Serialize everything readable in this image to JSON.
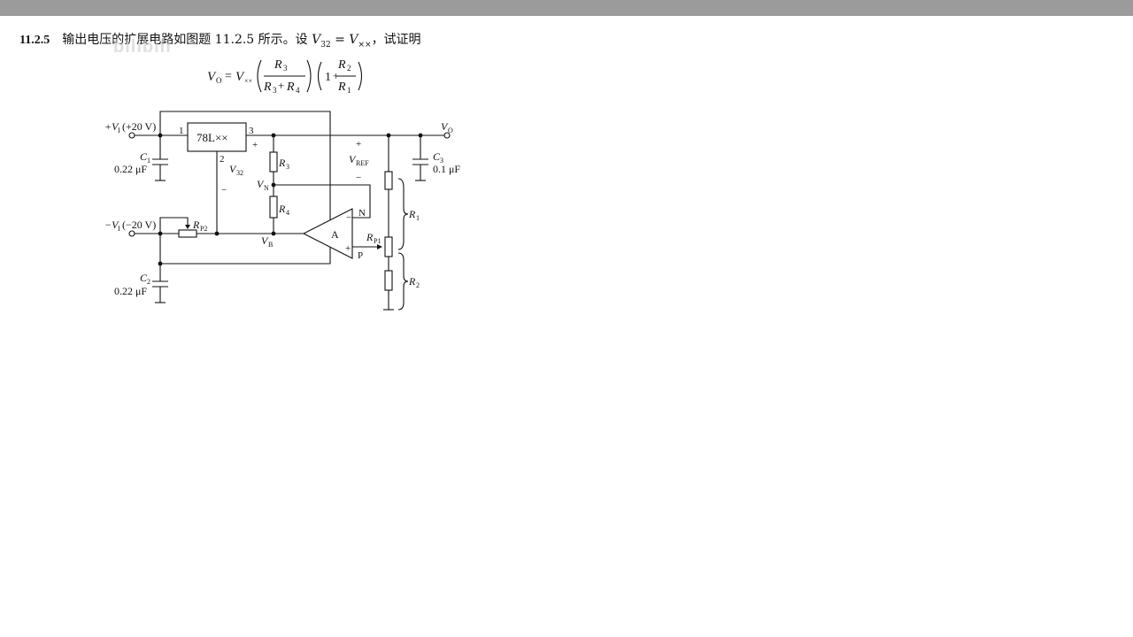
{
  "problem": {
    "number": "11.2.5",
    "text": "输出电压的扩展电路如图题 11.2.5 所示。设",
    "condition_lhs": "V",
    "condition_lhs_sub": "32",
    "condition_eq": "=",
    "condition_rhs": "V",
    "condition_rhs_sub": "××",
    "suffix": "，试证明"
  },
  "formula": {
    "lhs": "V",
    "lhs_sub": "O",
    "coef": "V",
    "coef_sub": "××",
    "frac1_num": "R",
    "frac1_num_sub": "3",
    "frac1_den_a": "R",
    "frac1_den_a_sub": "3",
    "frac1_den_b": "R",
    "frac1_den_b_sub": "4",
    "one": "1",
    "frac2_num": "R",
    "frac2_num_sub": "2",
    "frac2_den": "R",
    "frac2_den_sub": "1"
  },
  "circuit": {
    "regulator": "78L××",
    "pin1": "1",
    "pin2": "2",
    "pin3": "3",
    "vin_pos": "+V",
    "vin_pos_sub": "I",
    "vin_pos_val": "(+20 V)",
    "vin_neg": "−V",
    "vin_neg_sub": "I",
    "vin_neg_val": "(−20 V)",
    "c1": "C",
    "c1_sub": "1",
    "c1_val": "0.22 μF",
    "c2": "C",
    "c2_sub": "2",
    "c2_val": "0.22 μF",
    "c3": "C",
    "c3_sub": "3",
    "c3_val": "0.1 μF",
    "v32": "V",
    "v32_sub": "32",
    "r3": "R",
    "r3_sub": "3",
    "r4": "R",
    "r4_sub": "4",
    "vn": "V",
    "vn_sub": "N",
    "vb": "V",
    "vb_sub": "B",
    "rp2": "R",
    "rp2_sub": "P2",
    "rp1": "R",
    "rp1_sub": "P1",
    "opamp": "A",
    "opamp_n": "N",
    "opamp_p": "P",
    "vref": "V",
    "vref_sub": "REF",
    "vo": "V",
    "vo_sub": "O",
    "r1": "R",
    "r1_sub": "1",
    "r2": "R",
    "r2_sub": "2",
    "plus": "+",
    "minus": "−"
  }
}
